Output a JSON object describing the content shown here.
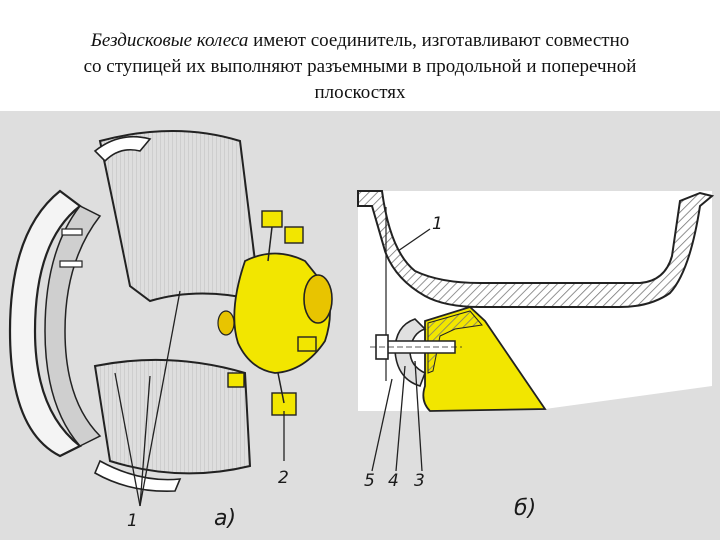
{
  "caption": {
    "italic_part": "Бездисковые колеса",
    "rest_line1": " имеют соединитель, изготавливают совместно",
    "line2": "со ступицей их выполняют разъемными в продольной и поперечной",
    "line3": "плоскостях"
  },
  "figure": {
    "left_panel": {
      "panel_label": "а)",
      "callouts": {
        "rim": "1",
        "hub_bolt": "2"
      }
    },
    "right_panel": {
      "panel_label": "б)",
      "callouts": {
        "rim": "1",
        "part_5": "5",
        "part_4": "4",
        "part_3": "3"
      }
    },
    "colors": {
      "background": "#dedede",
      "highlight_yellow": "#f2e600",
      "line": "#222222",
      "hatch": "#888888"
    }
  }
}
